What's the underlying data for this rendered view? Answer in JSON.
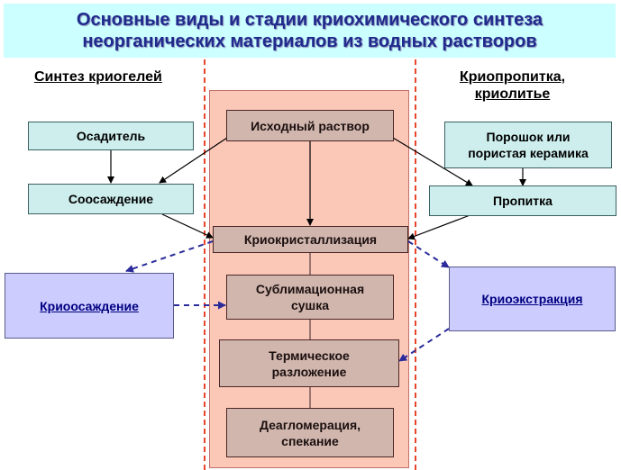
{
  "title": {
    "line1": "Основные виды и стадии криохимического синтеза",
    "line2": "неорганических материалов из водных растворов"
  },
  "left_heading": "Синтез криогелей",
  "right_heading": {
    "line1": "Криопропитка,",
    "line2": "криолитье"
  },
  "nodes": {
    "precipitant": "Осадитель",
    "coprecipitation": "Соосаждение",
    "initial_solution": "Исходный раствор",
    "powder_line1": "Порошок или",
    "powder_line2": "пористая керамика",
    "impregnation": "Пропитка",
    "cryocrystallization": "Криокристаллизация",
    "cryoprecipitation": "Криоосаждение",
    "sublimation_line1": "Сублимационная",
    "sublimation_line2": "сушка",
    "cryoextraction": "Криоэкстракция",
    "thermal_line1": "Термическое",
    "thermal_line2": "разложение",
    "deagglomeration_line1": "Деагломерация,",
    "deagglomeration_line2": "спекание"
  },
  "colors": {
    "title_bg": "#ccffff",
    "title_text": "#1f2a8c",
    "teal_box": "#cdeeed",
    "brown_box": "#d1b6ad",
    "lavender_box": "#ccccff",
    "center_panel": "#fbc8b8",
    "divider": "#e8452a",
    "dashed_arrow": "#2b2b9b"
  }
}
